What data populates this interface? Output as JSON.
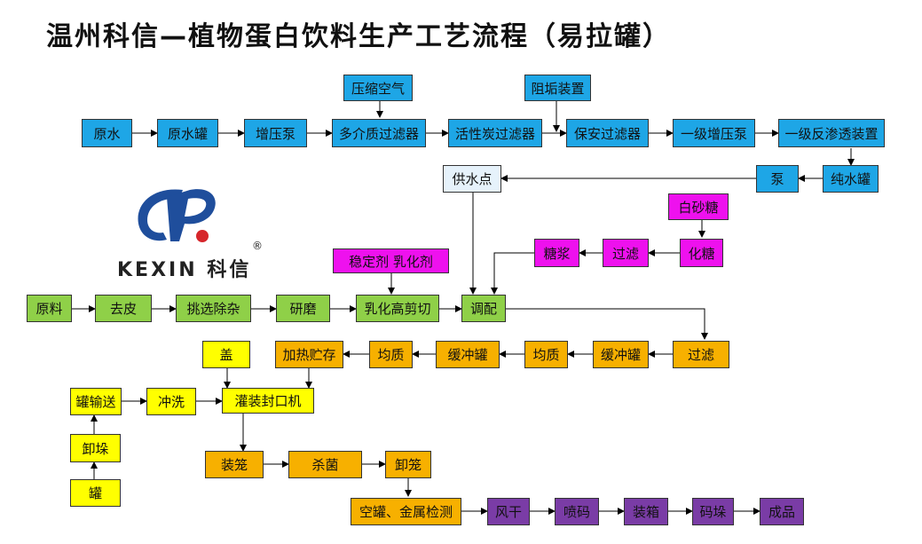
{
  "title": "温州科信—植物蛋白饮料生产工艺流程（易拉罐）",
  "logo": {
    "brand": "KEXIN",
    "brand_cn": "科信",
    "reg_mark": "®"
  },
  "nodes": {
    "yasuo": "压缩空气",
    "zugou": "阻垢装置",
    "yuanshui": "原水",
    "yuanshuiguan": "原水罐",
    "zengyabeng": "增压泵",
    "duojie": "多介质过滤器",
    "huoxingtan": "活性炭过滤器",
    "baoan": "保安过滤器",
    "yiji_zengya": "一级增压泵",
    "yiji_fanshentou": "一级反渗透装置",
    "gongshui": "供水点",
    "beng": "泵",
    "chunshuiguan": "纯水罐",
    "baishatang": "白砂糖",
    "tangjiang": "糖浆",
    "guolv1": "过滤",
    "huatang": "化糖",
    "wendingji": "稳定剂  乳化剂",
    "yuanliao": "原料",
    "qupi": "去皮",
    "tiaoxuan": "挑选除杂",
    "yanmo": "研磨",
    "ruhua": "乳化高剪切",
    "tiaopei": "调配",
    "gai": "盖",
    "jiare": "加热贮存",
    "junzhi1": "均质",
    "huanchong1": "缓冲罐",
    "junzhi2": "均质",
    "huanchong2": "缓冲罐",
    "guolv2": "过滤",
    "guanshusong": "罐输送",
    "chongxi": "冲洗",
    "guanzhuang": "灌装封口机",
    "xieduo": "卸垛",
    "guan": "罐",
    "zhuanglong": "装笼",
    "shajun": "杀菌",
    "xielong": "卸笼",
    "kongguan": "空罐、金属检测",
    "fenggan": "风干",
    "penma": "喷码",
    "zhuangxiang": "装箱",
    "maduo": "码垛",
    "chengpin": "成品"
  },
  "colors": {
    "water": "#1ea6e6",
    "supply": "#e6f2fb",
    "sugar": "#ee11ee",
    "material": "#8fd048",
    "process": "#f7b000",
    "can": "#ffff00",
    "finish": "#7a3ca6",
    "logo_blue": "#1f4e9c",
    "logo_red": "#d6262b"
  }
}
